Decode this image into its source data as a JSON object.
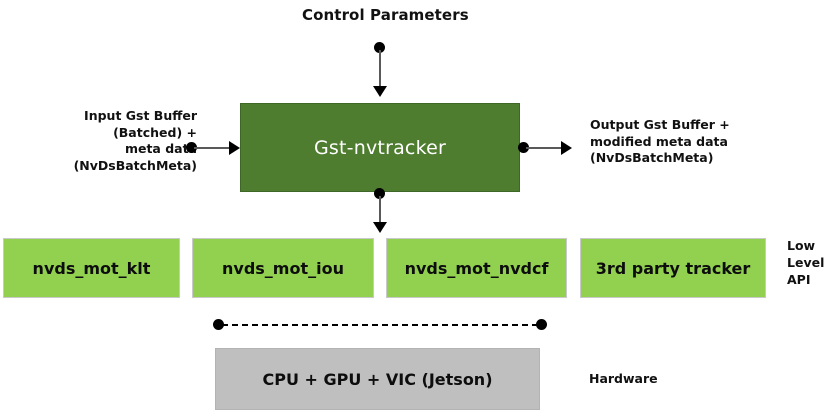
{
  "diagram": {
    "title_top": "Control Parameters",
    "main_block": {
      "label": "Gst-nvtracker",
      "color": "#4e7d30",
      "text_color": "#ffffff"
    },
    "input_label": {
      "line1": "Input Gst Buffer",
      "line2": "(Batched) +",
      "line3": "meta data",
      "line4": "(NvDsBatchMeta)"
    },
    "output_label": {
      "line1": "Output Gst Buffer +",
      "line2": "modified meta data",
      "line3": "(NvDsBatchMeta)"
    },
    "low_level_boxes": [
      {
        "label": "nvds_mot_klt"
      },
      {
        "label": "nvds_mot_iou"
      },
      {
        "label": "nvds_mot_nvdcf"
      },
      {
        "label": "3rd party tracker"
      }
    ],
    "low_level_box_color": "#92d050",
    "api_label": {
      "line1": "Low",
      "line2": "Level",
      "line3": "API"
    },
    "hardware_block": {
      "label": "CPU + GPU + VIC (Jetson)",
      "color": "#bfbfbf"
    },
    "hardware_label": "Hardware"
  }
}
